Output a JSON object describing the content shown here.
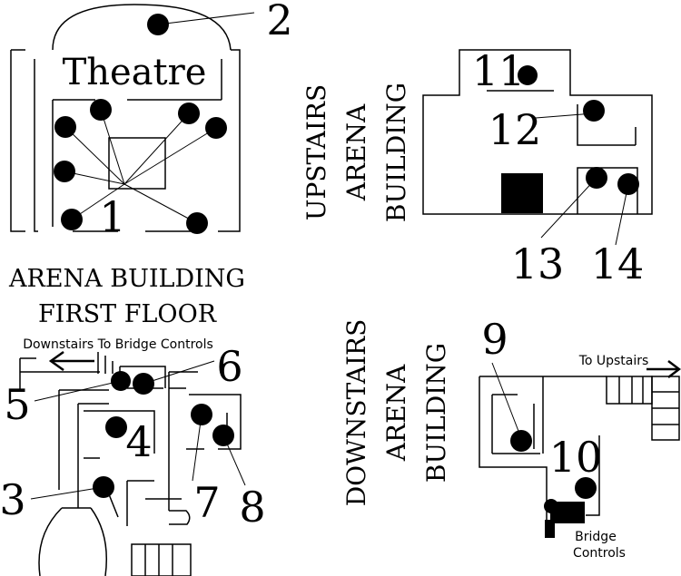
{
  "map": {
    "sections": {
      "theatre": {
        "title": "Theatre"
      },
      "first_floor": {
        "title_line1": "ARENA BUILDING",
        "title_line2": "FIRST FLOOR",
        "stairs_note": "Downstairs To Bridge Controls"
      },
      "upstairs": {
        "line1": "UPSTAIRS",
        "line2": "ARENA",
        "line3": "BUILDING"
      },
      "downstairs": {
        "line1": "DOWNSTAIRS",
        "line2": "ARENA",
        "line3": "BUILDING",
        "stairs_note": "To Upstairs",
        "bridge_line1": "Bridge",
        "bridge_line2": "Controls"
      }
    },
    "markers": {
      "m1": "1",
      "m2": "2",
      "m3": "3",
      "m4": "4",
      "m5": "5",
      "m6": "6",
      "m7": "7",
      "m8": "8",
      "m9": "9",
      "m10": "10",
      "m11": "11",
      "m12": "12",
      "m13": "13",
      "m14": "14"
    }
  }
}
